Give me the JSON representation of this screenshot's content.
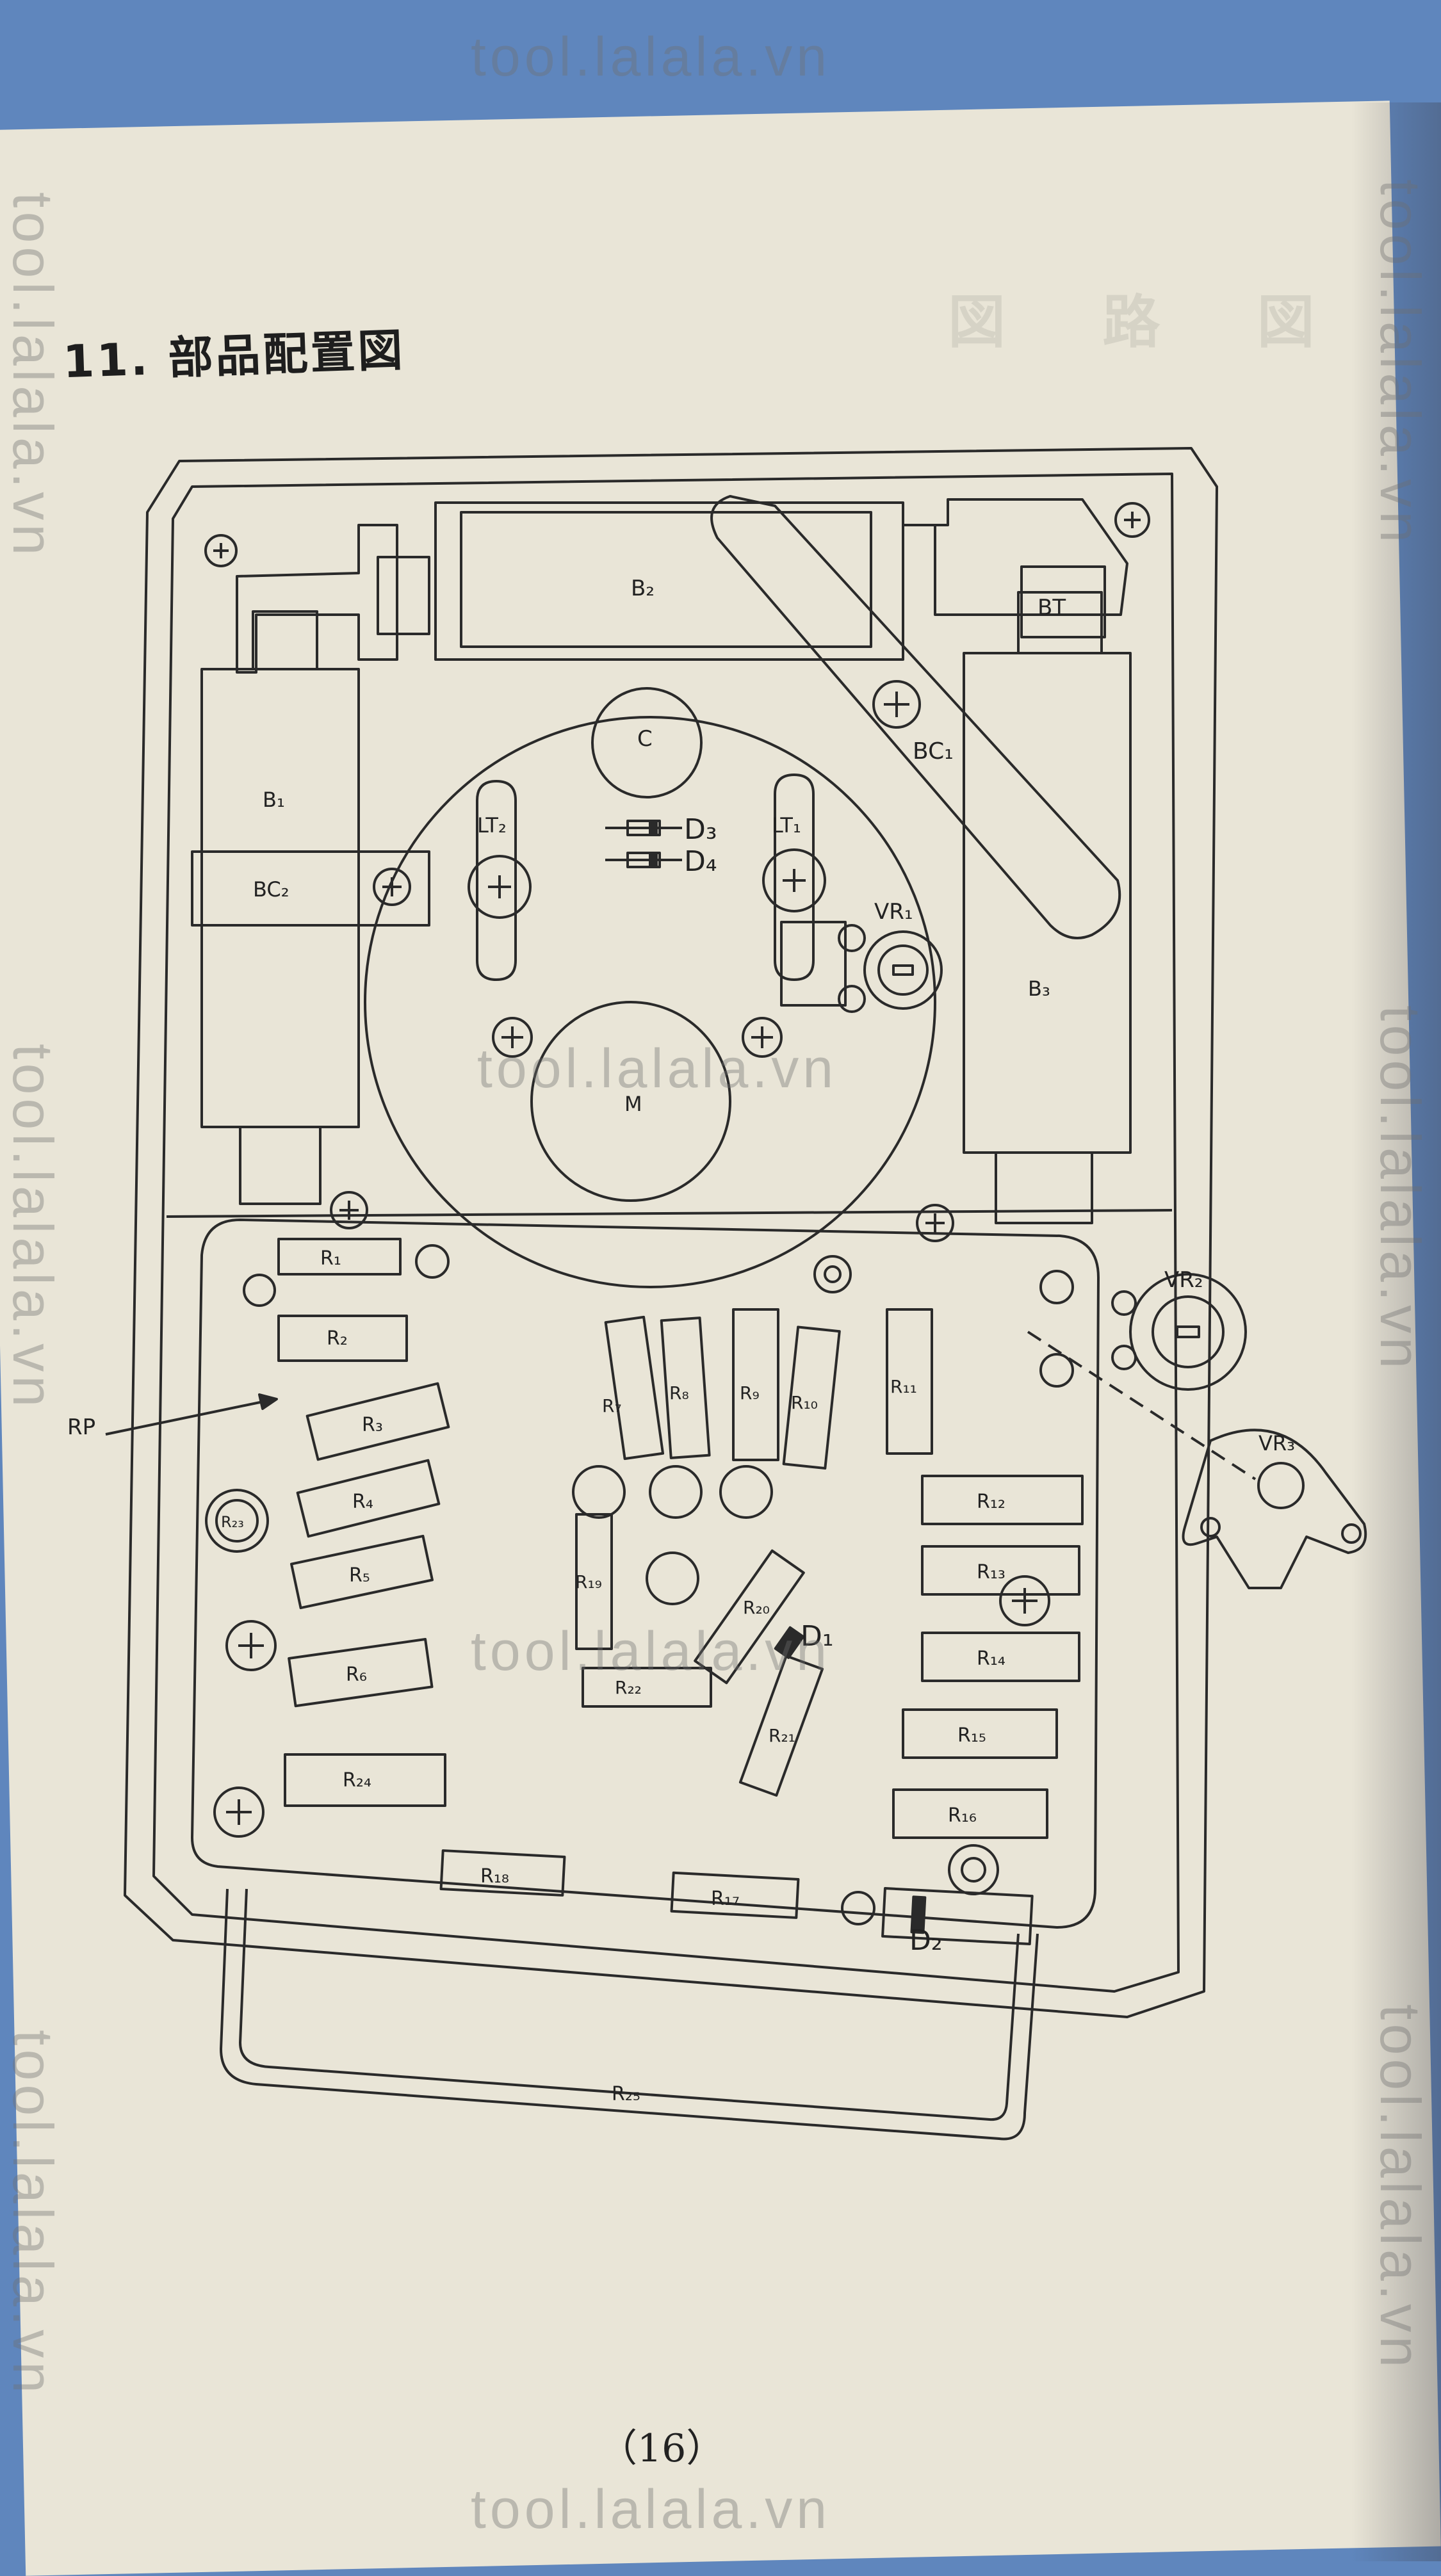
{
  "title": "11. 部品配置図",
  "page_number": "（16）",
  "watermark": "tool.lalala.vn",
  "labels": {
    "b1": "B₁",
    "b2": "B₂",
    "b3": "B₃",
    "bt": "BT",
    "bc1": "BC₁",
    "bc2": "BC₂",
    "c": "C",
    "d1": "D₁",
    "d2": "D₂",
    "d3": "D₃",
    "d4": "D₄",
    "lt1": "LT₁",
    "lt2": "LT₂",
    "m": "M",
    "vr1": "VR₁",
    "vr2": "VR₂",
    "vr3": "VR₃",
    "rp": "RP",
    "r1": "R₁",
    "r2": "R₂",
    "r3": "R₃",
    "r4": "R₄",
    "r5": "R₅",
    "r6": "R₆",
    "r7": "R₇",
    "r8": "R₈",
    "r9": "R₉",
    "r10": "R₁₀",
    "r11": "R₁₁",
    "r12": "R₁₂",
    "r13": "R₁₃",
    "r14": "R₁₄",
    "r15": "R₁₅",
    "r16": "R₁₆",
    "r17": "R₁₇",
    "r18": "R₁₈",
    "r19": "R₁₉",
    "r20": "R₂₀",
    "r21": "R₂₁",
    "r22": "R₂₂",
    "r23": "R₂₃",
    "r24": "R₂₄",
    "r25": "R₂₅"
  }
}
